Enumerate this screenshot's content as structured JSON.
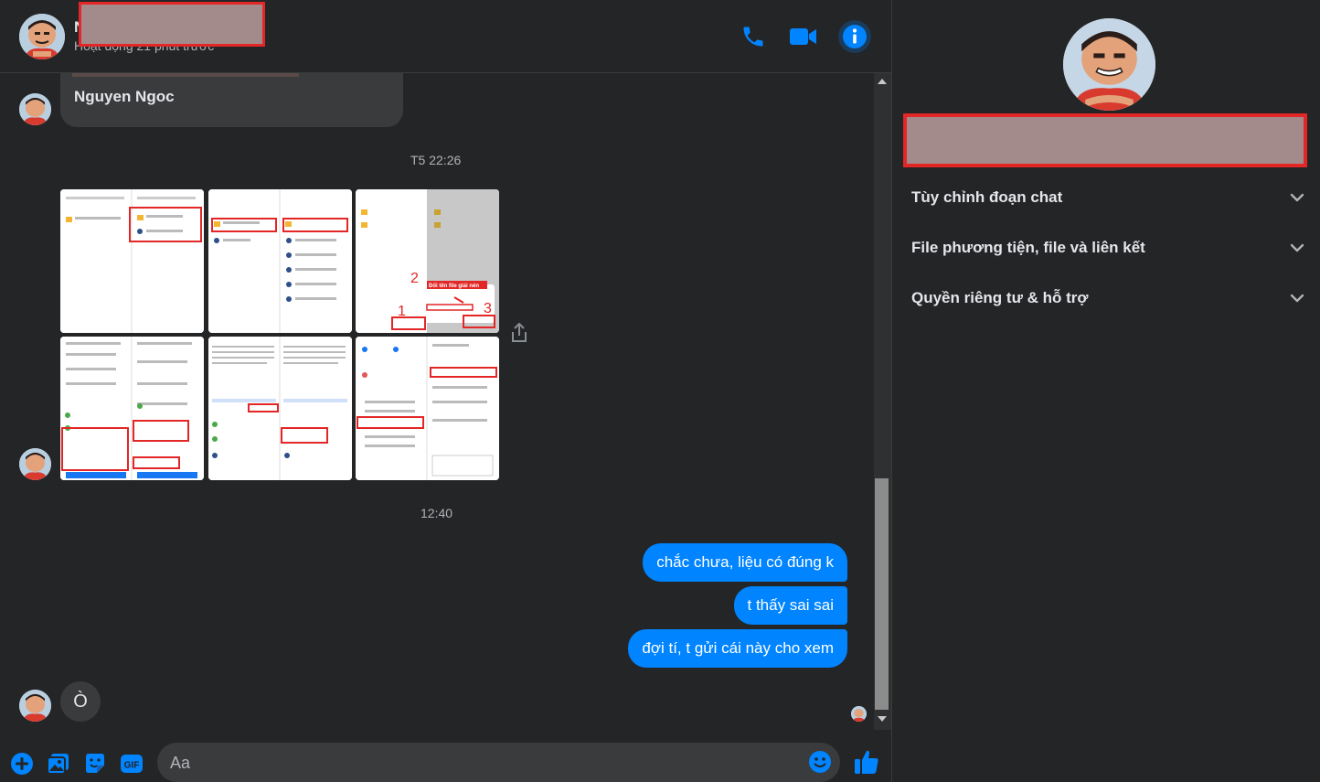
{
  "colors": {
    "background": "#242526",
    "bubble_incoming": "#3a3b3c",
    "bubble_outgoing": "#0084ff",
    "accent": "#0084ff",
    "redaction_fill": "#a48b8b",
    "redaction_border": "#e32626",
    "text_primary": "#e4e6eb",
    "text_secondary": "#b0b3b8"
  },
  "header": {
    "name_initial": "N",
    "status": "Hoạt động 21 phút trước",
    "icons": [
      "phone-icon",
      "video-camera-icon",
      "info-icon"
    ]
  },
  "messages": {
    "partial_sender_text": "Nguyen Ngoc",
    "timestamp_1": "T5 22:26",
    "image_count": 6,
    "thumb_annotations": {
      "rename_label": "Đổi tên file giải nén",
      "step_1": "1",
      "step_2": "2",
      "step_3": "3"
    },
    "timestamp_2": "12:40",
    "outgoing": [
      "chắc chưa, liệu có đúng k",
      "t thấy sai sai",
      "đợi tí, t gửi cái này cho xem"
    ],
    "incoming_reply": "Ò"
  },
  "composer": {
    "placeholder": "Aa",
    "icons": [
      "plus-circle-icon",
      "image-icon",
      "sticker-icon",
      "gif-icon",
      "emoji-icon",
      "thumbs-up-icon"
    ],
    "gif_label": "GIF"
  },
  "info_panel": {
    "sections": [
      {
        "label": "Tùy chỉnh đoạn chat"
      },
      {
        "label": "File phương tiện, file và liên kết"
      },
      {
        "label": "Quyền riêng tư & hỗ trợ"
      }
    ]
  }
}
